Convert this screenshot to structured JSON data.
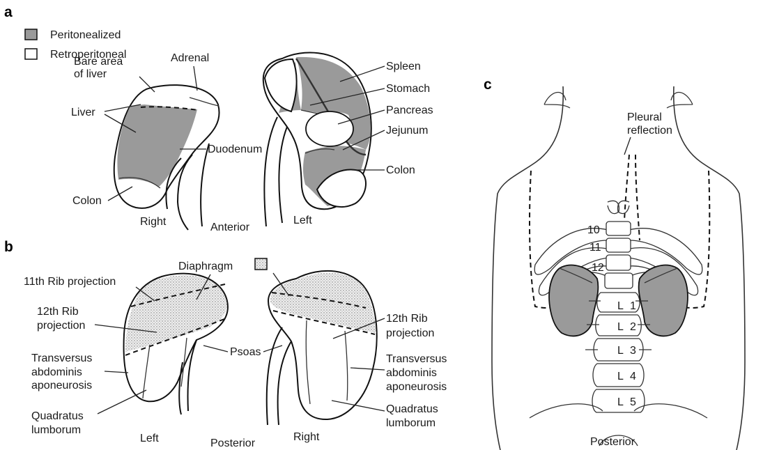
{
  "panel_a": {
    "letter": "a",
    "legend": {
      "peritonealized": "Peritonealized",
      "retroperitoneal": "Retroperitoneal"
    },
    "colors": {
      "peritonealized": "#9a9a9a",
      "retroperitoneal": "#ffffff"
    },
    "labels": {
      "bare_area_1": "Bare area",
      "bare_area_2": "of liver",
      "liver": "Liver",
      "adrenal": "Adrenal",
      "duodenum": "Duodenum",
      "colon_right": "Colon",
      "spleen": "Spleen",
      "stomach": "Stomach",
      "pancreas": "Pancreas",
      "jejunum": "Jejunum",
      "colon_left": "Colon"
    },
    "captions": {
      "right": "Right",
      "view": "Anterior",
      "left": "Left"
    }
  },
  "panel_b": {
    "letter": "b",
    "legend_pattern_color": "#dcdcdc",
    "labels": {
      "rib11": "11th Rib projection",
      "diaphragm": "Diaphragm",
      "rib12_left_1": "12th Rib",
      "rib12_left_2": "projection",
      "psoas": "Psoas",
      "rib12_right_1": "12th Rib",
      "rib12_right_2": "projection",
      "ta_left_1": "Transversus",
      "ta_left_2": "abdominis",
      "ta_left_3": "aponeurosis",
      "ta_right_1": "Transversus",
      "ta_right_2": "abdominis",
      "ta_right_3": "aponeurosis",
      "ql_left_1": "Quadratus",
      "ql_left_2": "lumborum",
      "ql_right_1": "Quadratus",
      "ql_right_2": "lumborum"
    },
    "captions": {
      "left": "Left",
      "view": "Posterior",
      "right": "Right"
    }
  },
  "panel_c": {
    "letter": "c",
    "labels": {
      "pleural_1": "Pleural",
      "pleural_2": "reflection"
    },
    "ribs": [
      "10",
      "11",
      "12"
    ],
    "vertebrae": [
      {
        "letter": "L",
        "num": "1"
      },
      {
        "letter": "L",
        "num": "2"
      },
      {
        "letter": "L",
        "num": "3"
      },
      {
        "letter": "L",
        "num": "4"
      },
      {
        "letter": "L",
        "num": "5"
      }
    ],
    "caption": "Posterior"
  }
}
